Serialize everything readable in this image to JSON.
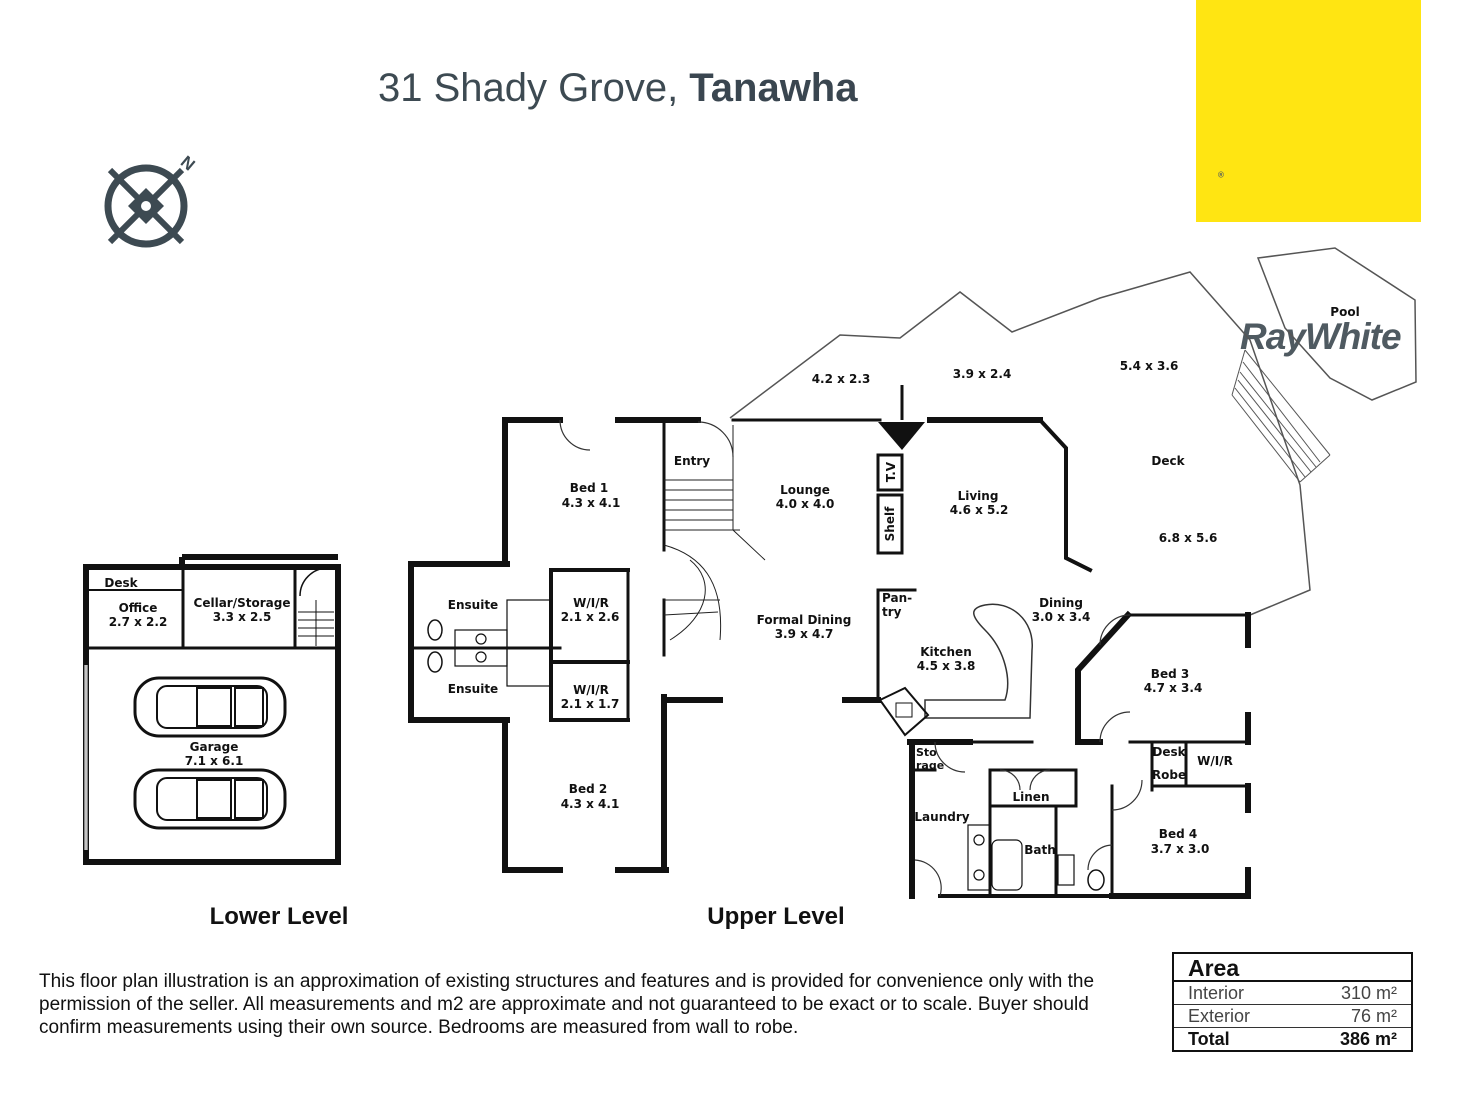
{
  "header": {
    "address_street": "31 Shady Grove, ",
    "address_suburb": "Tanawha"
  },
  "logo": {
    "text": "RayWhite",
    "mark": "®"
  },
  "compass": {
    "north_label": "N"
  },
  "levels": {
    "lower": "Lower Level",
    "upper": "Upper Level"
  },
  "rooms": {
    "desk_office": "Desk",
    "office": [
      "Office",
      "2.7 x 2.2"
    ],
    "cellar": [
      "Cellar/Storage",
      "3.3 x 2.5"
    ],
    "garage": [
      "Garage",
      "7.1 x 6.1"
    ],
    "ensuite_top": "Ensuite",
    "ensuite_bottom": "Ensuite",
    "wir1": [
      "W/I/R",
      "2.1 x 2.6"
    ],
    "wir2": [
      "W/I/R",
      "2.1 x 1.7"
    ],
    "bed1": [
      "Bed 1",
      "4.3 x 4.1"
    ],
    "bed2": [
      "Bed 2",
      "4.3 x 4.1"
    ],
    "entry": "Entry",
    "lounge": [
      "Lounge",
      "4.0 x 4.0"
    ],
    "formal_dining": [
      "Formal Dining",
      "3.9 x 4.7"
    ],
    "tv": "T.V",
    "shelf": "Shelf",
    "pantry": [
      "Pan-",
      "try"
    ],
    "living": [
      "Living",
      "4.6 x 5.2"
    ],
    "kitchen": [
      "Kitchen",
      "4.5 x 3.8"
    ],
    "dining": [
      "Dining",
      "3.0 x 3.4"
    ],
    "deck": "Deck",
    "deck_dims": [
      "4.2 x 2.3",
      "3.9 x 2.4",
      "5.4 x 3.6",
      "6.8 x 5.6"
    ],
    "pool": "Pool",
    "bed3": [
      "Bed 3",
      "4.7 x 3.4"
    ],
    "desk_bed": "Desk",
    "robe": "Robe",
    "wir3": "W/I/R",
    "bed4": [
      "Bed 4",
      "3.7 x 3.0"
    ],
    "storage": [
      "Sto",
      "rage"
    ],
    "laundry": "Laundry",
    "linen": "Linen",
    "bath": "Bath"
  },
  "disclaimer": "This floor plan illustration is an approximation of existing structures and features and is provided for convenience only with the permission of the seller. All measurements and m2 are approximate and not guaranteed to be exact or to scale. Buyer should confirm measurements using their own source. Bedrooms are measured from wall to robe.",
  "area": {
    "title": "Area",
    "rows": [
      {
        "label": "Interior",
        "value": "310 m²"
      },
      {
        "label": "Exterior",
        "value": "76 m²"
      },
      {
        "label": "Total",
        "value": "386 m²"
      }
    ]
  },
  "colors": {
    "logo_bg": "#ffe512",
    "logo_text": "#4f5a61",
    "title": "#3d4a52",
    "compass": "#3d4a52"
  }
}
